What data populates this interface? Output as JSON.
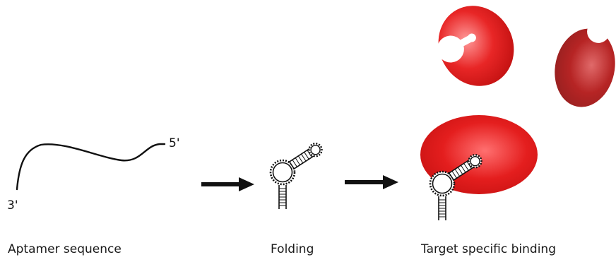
{
  "labels": {
    "three_prime": "3'",
    "five_prime": "5'"
  },
  "captions": {
    "aptamer_sequence": "Aptamer sequence",
    "folding": "Folding",
    "target_binding": "Target specific binding"
  },
  "colors": {
    "target_red": "#e02020",
    "target_dark": "#b02020",
    "line": "#111111"
  }
}
